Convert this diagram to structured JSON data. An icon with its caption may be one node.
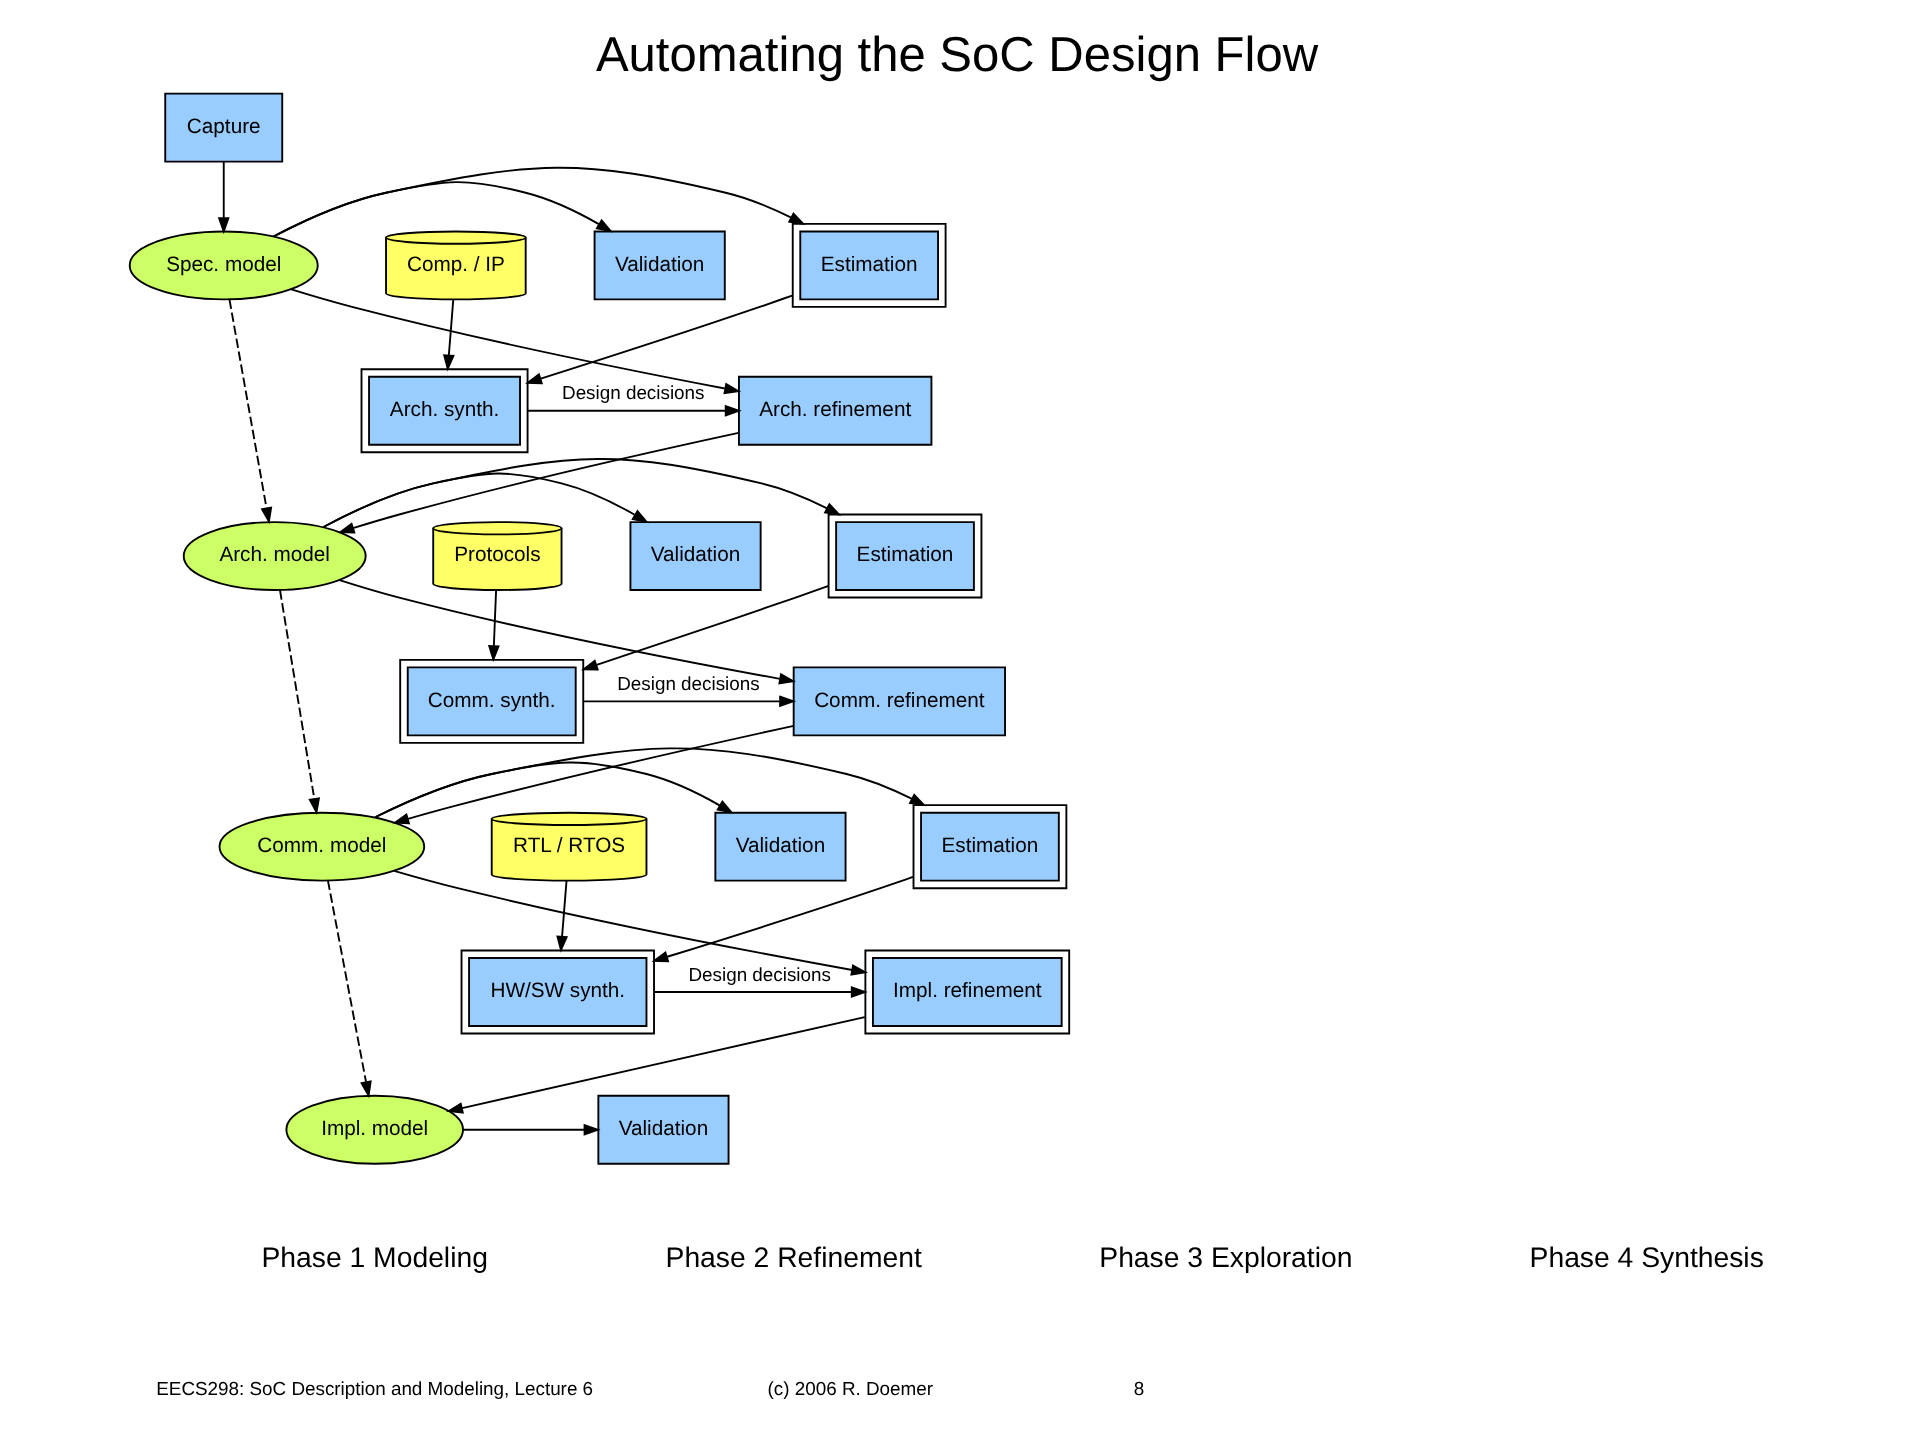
{
  "diagram": {
    "title": "Automating the SoC Design Flow",
    "nodes": [
      {
        "text": [
          "Capture"
        ]
      },
      {
        "text": [
          "Comp. / IP"
        ]
      },
      {
        "text": [
          "Validation"
        ]
      },
      {
        "text": [
          "Spec. model"
        ]
      },
      {
        "text": [
          "Estimation"
        ]
      },
      {
        "text": [
          "Arch. refinement"
        ]
      },
      {
        "text": [
          "Arch. synth."
        ]
      },
      {
        "text": [
          "Protocols"
        ]
      },
      {
        "text": [
          "Validation"
        ]
      },
      {
        "text": [
          "Arch. model"
        ]
      },
      {
        "text": [
          "Estimation"
        ]
      },
      {
        "text": [
          "Comm. refinement"
        ]
      },
      {
        "text": [
          "Comm. synth."
        ]
      },
      {
        "text": [
          "RTL / RTOS"
        ]
      },
      {
        "text": [
          "Validation"
        ]
      },
      {
        "text": [
          "Comm. model"
        ]
      },
      {
        "text": [
          "Estimation"
        ]
      },
      {
        "text": [
          "Impl. refinement"
        ]
      },
      {
        "text": [
          "HW/SW synth."
        ]
      },
      {
        "text": [
          "Validation"
        ]
      },
      {
        "text": [
          "Impl. model"
        ]
      }
    ],
    "edges": [
      {
        "from": 0,
        "to": 3,
        "arrow": "to"
      },
      {
        "from": 3,
        "to": 2,
        "arrow": "to"
      },
      {
        "from": 3,
        "to": 4,
        "arrow": "to"
      },
      {
        "from": 3,
        "to": 5,
        "arrow": "to"
      },
      {
        "from": 4,
        "to": 6,
        "arrow": "to"
      },
      {
        "from": 1,
        "to": 6,
        "arrow": "to"
      },
      {
        "from": 6,
        "to": 5,
        "arrow": "to",
        "label": "Design decisions"
      },
      {
        "from": 3,
        "to": 9,
        "arrow": "to",
        "style": "dashed"
      },
      {
        "from": 5,
        "to": 9,
        "arrow": "to"
      },
      {
        "from": 9,
        "to": 8,
        "arrow": "to"
      },
      {
        "from": 9,
        "to": 10,
        "arrow": "to"
      },
      {
        "from": 9,
        "to": 11,
        "arrow": "to"
      },
      {
        "from": 10,
        "to": 12,
        "arrow": "to"
      },
      {
        "from": 7,
        "to": 12,
        "arrow": "to"
      },
      {
        "from": 12,
        "to": 11,
        "arrow": "to",
        "label": "Design decisions"
      },
      {
        "from": 9,
        "to": 15,
        "arrow": "to",
        "style": "dashed"
      },
      {
        "from": 11,
        "to": 15,
        "arrow": "to"
      },
      {
        "from": 15,
        "to": 14,
        "arrow": "to"
      },
      {
        "from": 15,
        "to": 16,
        "arrow": "to"
      },
      {
        "from": 15,
        "to": 17,
        "arrow": "to"
      },
      {
        "from": 16,
        "to": 18,
        "arrow": "to"
      },
      {
        "from": 13,
        "to": 18,
        "arrow": "to"
      },
      {
        "from": 18,
        "to": 17,
        "arrow": "to",
        "label": "Design decisions"
      },
      {
        "from": 15,
        "to": 20,
        "arrow": "to",
        "style": "dashed"
      },
      {
        "from": 17,
        "to": 20,
        "arrow": "to"
      },
      {
        "from": 20,
        "to": 19,
        "arrow": "to"
      }
    ],
    "labels": [
      "Phase 1 Modeling",
      "Phase 2 Refinement",
      "Phase 3 Exploration",
      "Phase 4 Synthesis",
      "EECS298: SoC Description and Modeling, Lecture 6",
      "(c) 2006 R. Doemer",
      "8"
    ]
  }
}
